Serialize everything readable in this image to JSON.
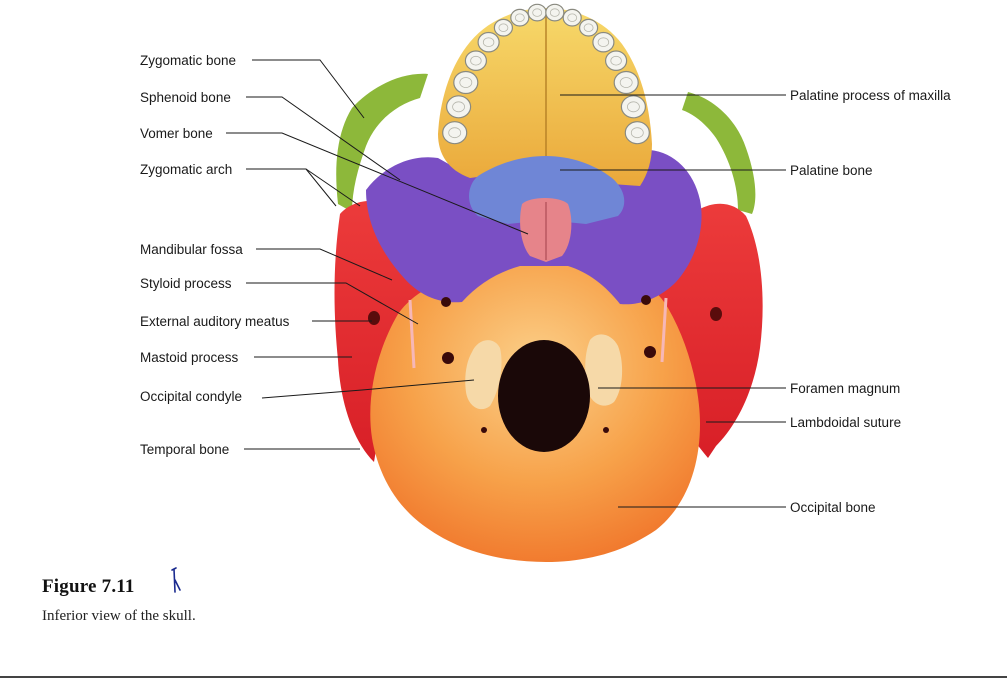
{
  "figure": {
    "number": "Figure 7.11",
    "caption": "Inferior view of the skull."
  },
  "labels": {
    "zygomatic_bone": "Zygomatic bone",
    "sphenoid_bone": "Sphenoid bone",
    "vomer_bone": "Vomer bone",
    "zygomatic_arch": "Zygomatic arch",
    "mandibular_fossa": "Mandibular fossa",
    "styloid_process": "Styloid process",
    "external_auditory_meatus": "External auditory meatus",
    "mastoid_process": "Mastoid process",
    "occipital_condyle": "Occipital condyle",
    "temporal_bone": "Temporal bone",
    "palatine_process_of_maxilla": "Palatine process of maxilla",
    "palatine_bone": "Palatine bone",
    "foramen_magnum": "Foramen magnum",
    "lambdoidal_suture": "Lambdoidal suture",
    "occipital_bone": "Occipital bone"
  },
  "colors": {
    "maxilla": "#f2c53d",
    "zygomatic": "#8db83a",
    "sphenoid": "#7a4fc4",
    "palatine": "#6f86d6",
    "vomer": "#e6848a",
    "temporal": "#e3262e",
    "occipital": "#f5943a",
    "foramen": "#1a0808",
    "condyle": "#f6d9a8",
    "tooth": "#f4f4ef"
  },
  "icons": {
    "annotation_mark": "handwritten-tick-icon"
  }
}
